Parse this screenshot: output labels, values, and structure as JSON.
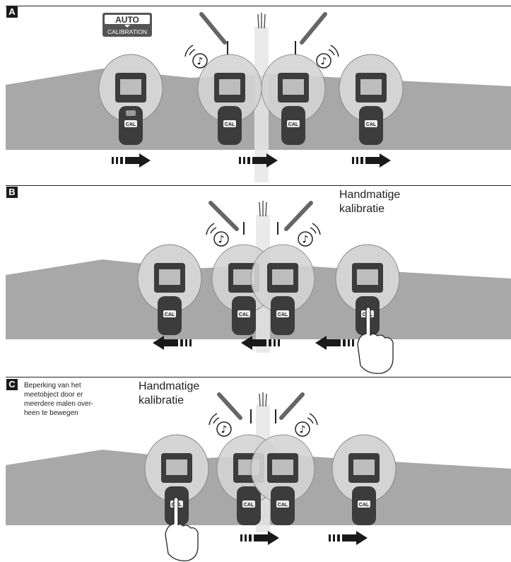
{
  "panels": [
    {
      "id": "A",
      "caption": "",
      "note": ""
    },
    {
      "id": "B",
      "caption": "Handmatige\nkalibratie",
      "note": ""
    },
    {
      "id": "C",
      "caption": "Handmatige\nkalibratie",
      "note": "Beperking van het\nmeetobject door er\nmeerdere malen over-\nheen te bewegen"
    }
  ],
  "badge": {
    "top": "AUTO",
    "bottom": "CALIBRATION"
  },
  "device": {
    "button_label": "CAL"
  },
  "colors": {
    "wall": "#a8a8a8",
    "device_body": "#d4d4d4",
    "device_dark": "#3c3c3c",
    "arrow": "#1a1a1a"
  }
}
